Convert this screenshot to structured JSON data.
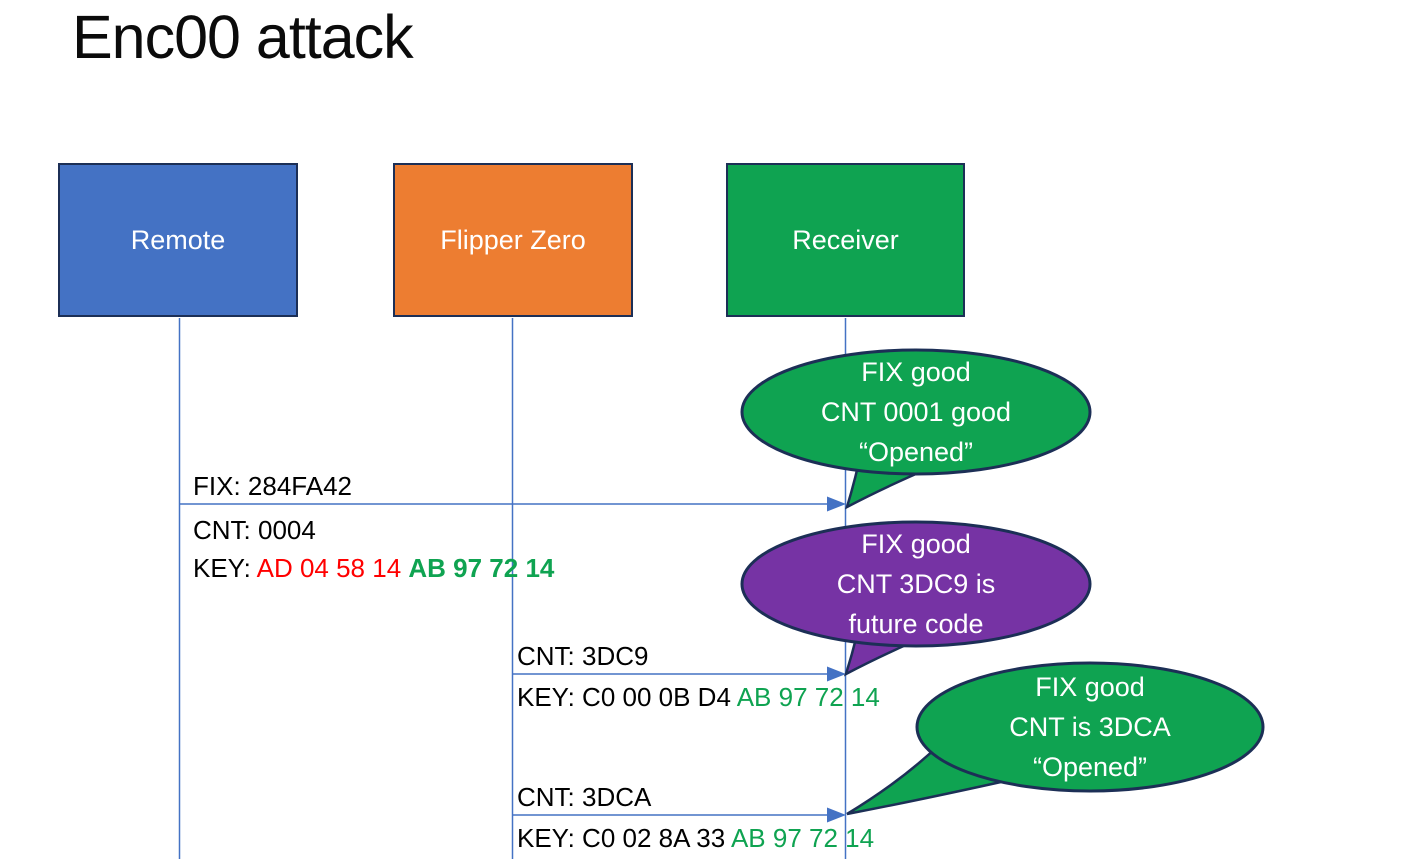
{
  "title": "Enc00 attack",
  "colors": {
    "blue": "#4472C4",
    "orange": "#ED7D31",
    "green": "#0FA351",
    "purple": "#7633A4",
    "navy": "#1C2F56",
    "arrow": "#4472C4",
    "red": "#FF0000",
    "keyGreen": "#0FA351",
    "black": "#000000"
  },
  "actors": [
    {
      "label": "Remote"
    },
    {
      "label": "Flipper Zero"
    },
    {
      "label": "Receiver"
    }
  ],
  "bubbles": [
    {
      "lines": [
        "FIX good",
        "CNT 0001 good",
        "“Opened”"
      ]
    },
    {
      "lines": [
        "FIX good",
        "CNT 3DC9 is",
        "future code"
      ]
    },
    {
      "lines": [
        "FIX good",
        "CNT is 3DCA",
        "“Opened”"
      ]
    }
  ],
  "messages": [
    {
      "above": "FIX: 284FA42",
      "below": [
        [
          {
            "t": "CNT: 0004"
          }
        ],
        [
          {
            "t": "KEY: "
          },
          {
            "t": "AD 04 58 14 ",
            "color": "red"
          },
          {
            "t": "AB 97 72 14",
            "color": "keyGreen",
            "bold": true
          }
        ]
      ]
    },
    {
      "above": "CNT: 3DC9",
      "below": [
        [
          {
            "t": "KEY: C0 00 0B D4 "
          },
          {
            "t": "AB 97 72 14",
            "color": "keyGreen"
          }
        ]
      ]
    },
    {
      "above": "CNT: 3DCA",
      "below": [
        [
          {
            "t": "KEY: C0 02 8A 33 "
          },
          {
            "t": "AB 97 72 14",
            "color": "keyGreen"
          }
        ]
      ]
    }
  ]
}
